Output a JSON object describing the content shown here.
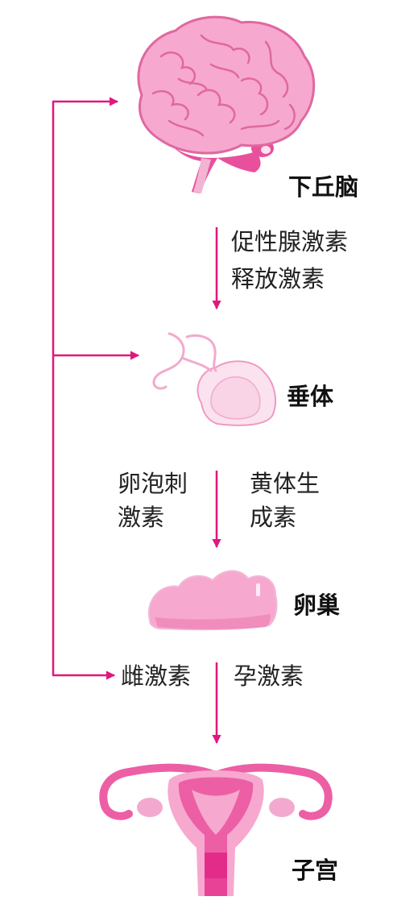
{
  "organs": {
    "hypothalamus": "下丘脑",
    "pituitary": "垂体",
    "ovary": "卵巢",
    "uterus": "子宫"
  },
  "hormones": {
    "gnrh_line1": "促性腺激素",
    "gnrh_line2": "释放激素",
    "fsh_line1": "卵泡刺",
    "fsh_line2": "激素",
    "lh_line1": "黄体生",
    "lh_line2": "成素",
    "estrogen": "雌激素",
    "progesterone": "孕激素"
  },
  "colors": {
    "arrow": "#e0177e",
    "organ_fill": "#f7a8cf",
    "organ_dark": "#e8509c",
    "organ_light": "#fbe2ef"
  }
}
